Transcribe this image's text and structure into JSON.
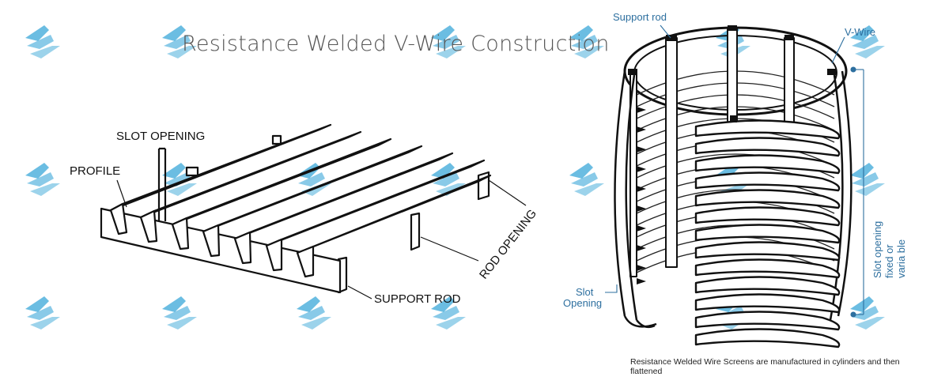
{
  "title": "Resistance Welded V-Wire Construction",
  "flat_panel_labels": {
    "slot_opening": "SLOT OPENING",
    "profile": "PROFILE",
    "rod_opening": "ROD OPENING",
    "support_rod": "SUPPORT ROD"
  },
  "cylinder_labels": {
    "support_rod": "Support rod",
    "v_wire": "V-Wire",
    "slot_opening_line1": "Slot",
    "slot_opening_line2": "Opening",
    "slot_fixed_variable": "Slot opening fixed or varia ble"
  },
  "caption": "Resistance Welded Wire Screens are manufactured in cylinders and then flattened",
  "colors": {
    "watermark": "#3aa7d8",
    "line": "#111111",
    "label_blue": "#2d6f9f"
  },
  "watermark_icon": "blue-arrow-logo"
}
